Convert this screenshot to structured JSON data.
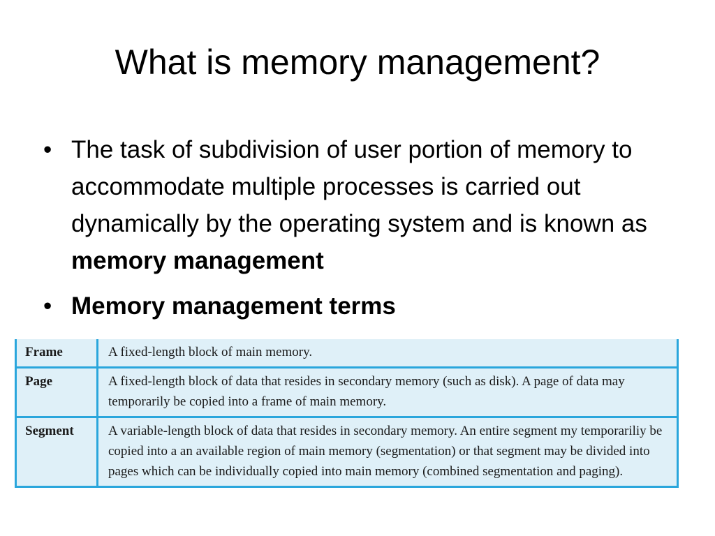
{
  "slide": {
    "title": "What is memory management?",
    "bullets": [
      {
        "text": "The task of subdivision of user portion of memory to accommodate multiple processes is carried out dynamically by the operating system and is known as ",
        "bold_text": "memory management"
      },
      {
        "bold_text": "Memory management terms"
      }
    ],
    "bullet_glyph": "•"
  },
  "terms_table": {
    "rows": [
      {
        "term": "Frame",
        "definition": "A fixed-length block of main memory."
      },
      {
        "term": "Page",
        "definition": "A fixed-length block of data that resides in secondary memory (such as disk). A page of data may temporarily be copied into a frame of main memory."
      },
      {
        "term": "Segment",
        "definition": "A variable-length block of data that resides in secondary memory. An entire segment my temporariliy be copied into a an available region of main memory (segmentation) or that segment may be divided into pages which can be individually copied into main memory (combined segmentation and paging)."
      }
    ],
    "colors": {
      "border": "#2aa6dc",
      "background": "#dff0f8"
    }
  }
}
